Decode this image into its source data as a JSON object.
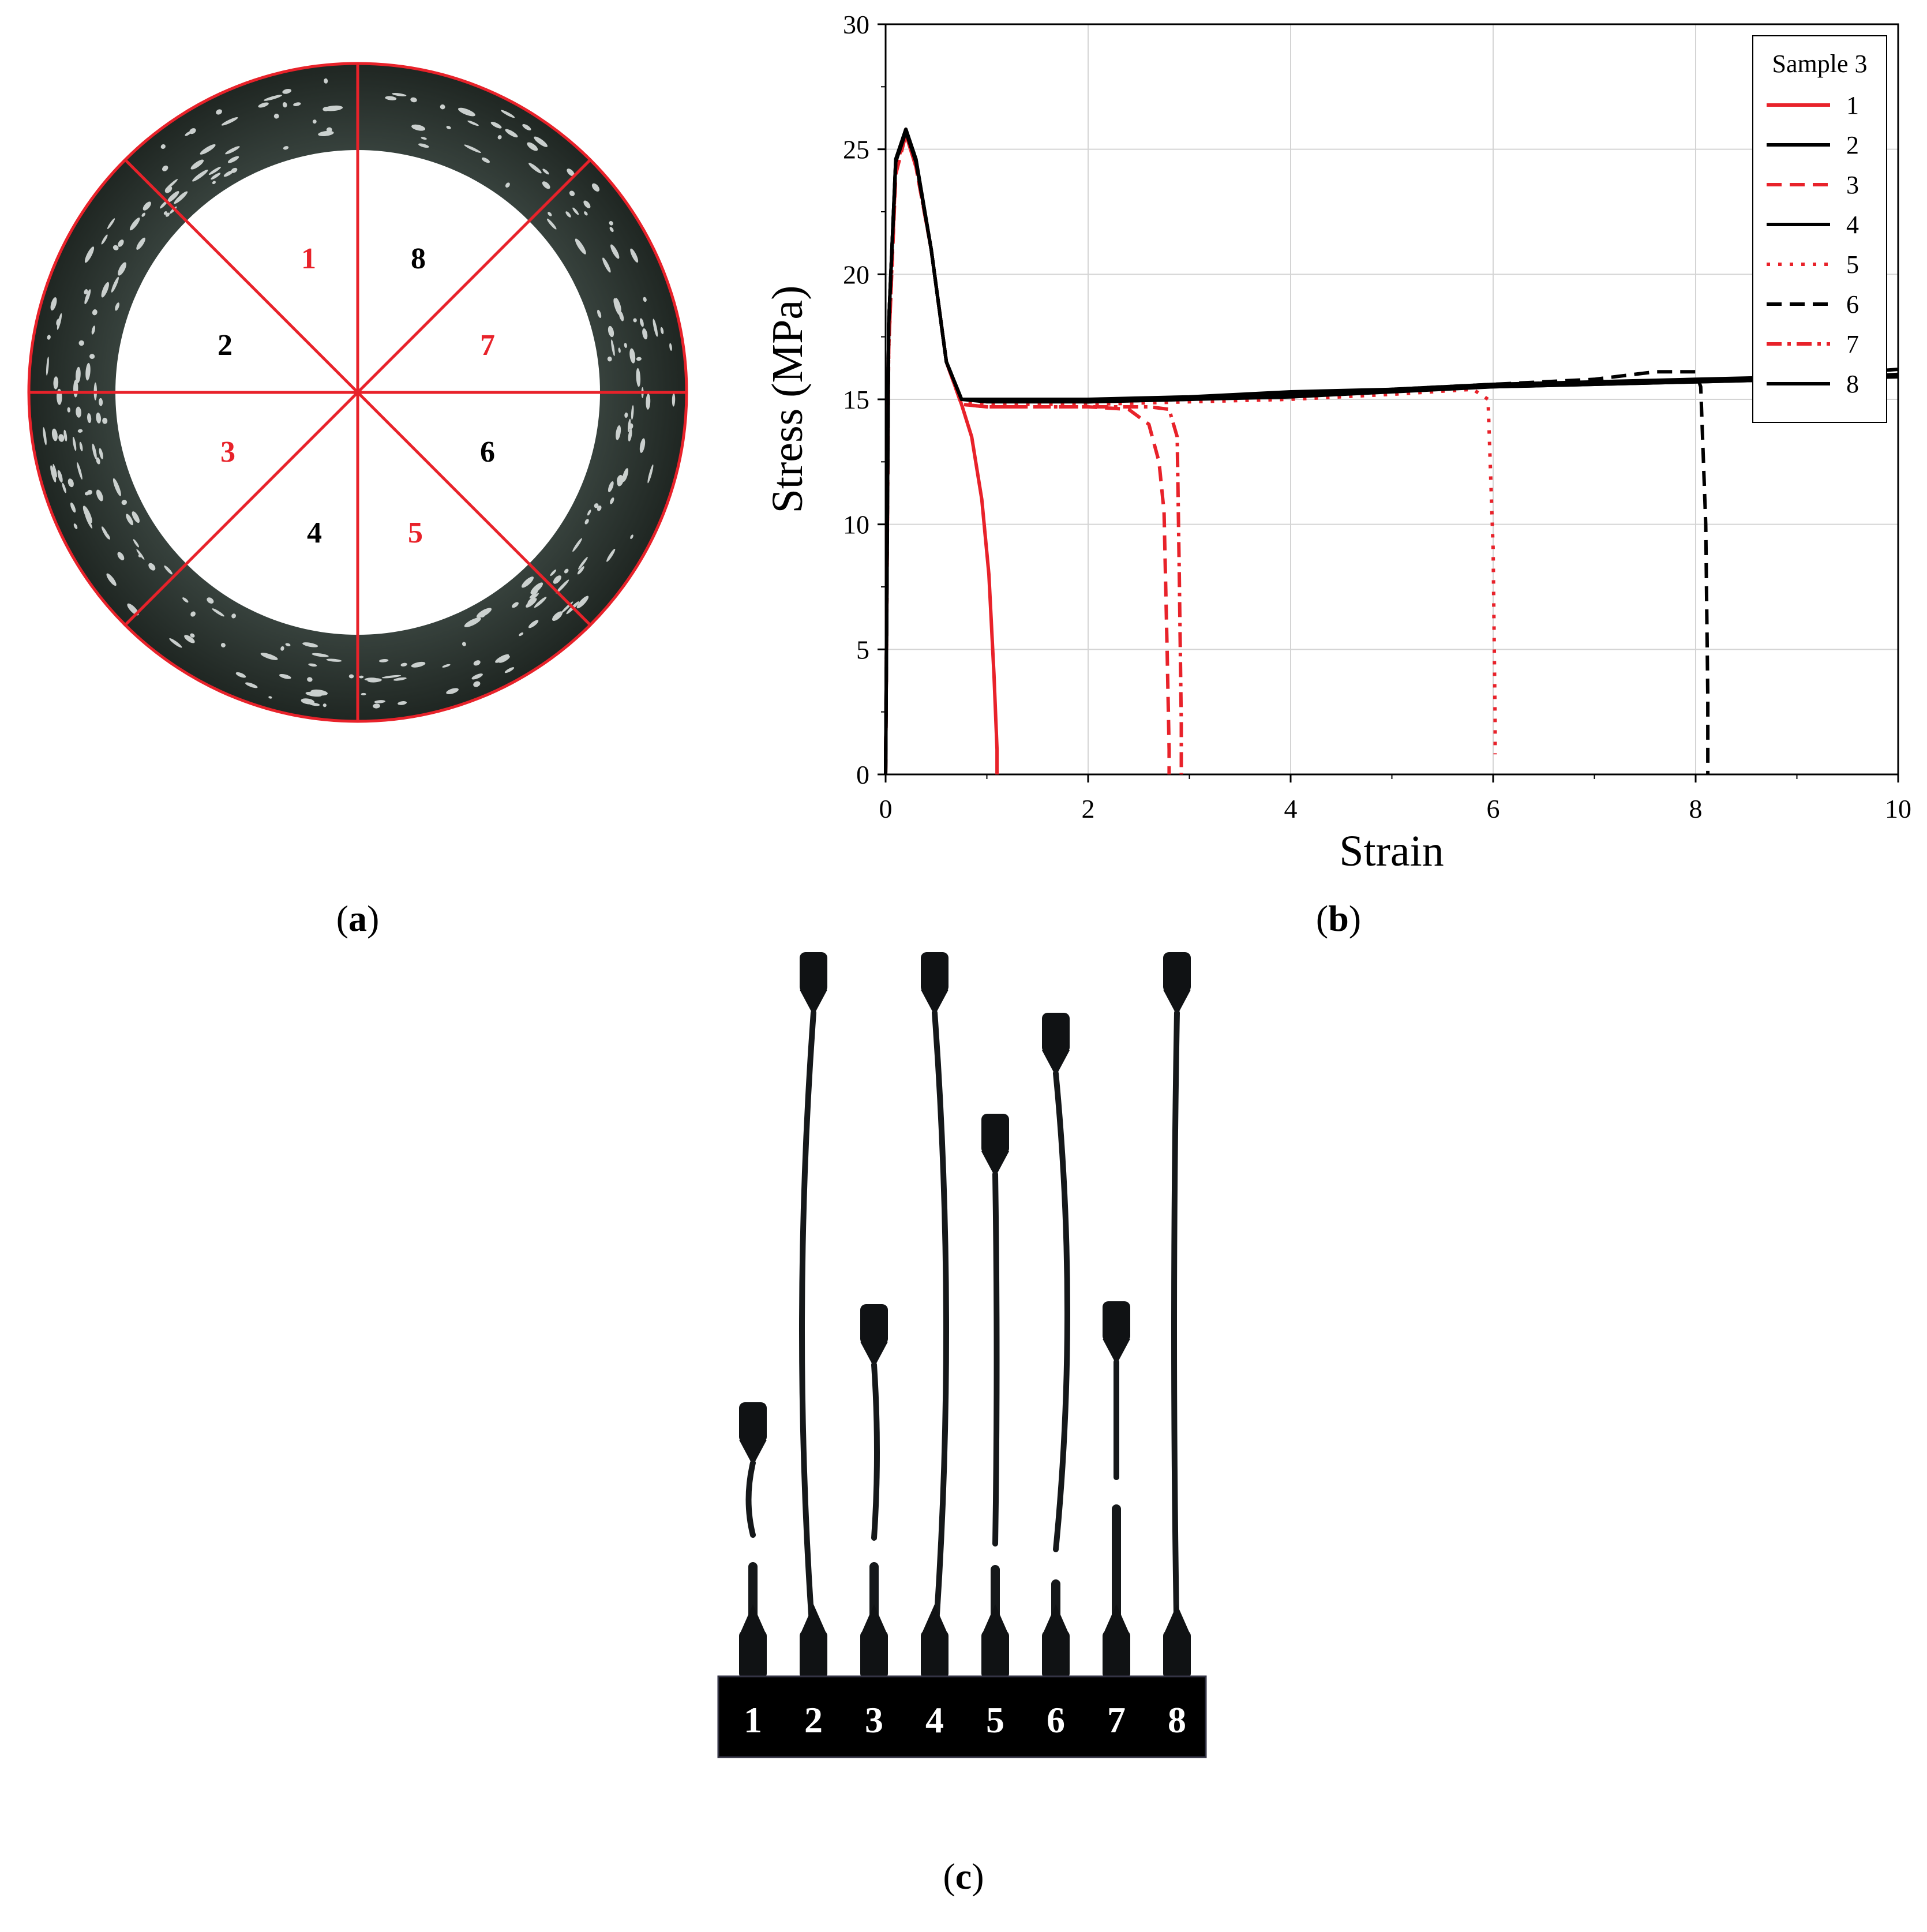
{
  "panel_a": {
    "caption": "a",
    "sectors": [
      {
        "label": "1",
        "color": "#e8222a"
      },
      {
        "label": "8",
        "color": "#000000"
      },
      {
        "label": "2",
        "color": "#000000"
      },
      {
        "label": "7",
        "color": "#e8222a"
      },
      {
        "label": "3",
        "color": "#e8222a"
      },
      {
        "label": "6",
        "color": "#000000"
      },
      {
        "label": "4",
        "color": "#000000"
      },
      {
        "label": "5",
        "color": "#e8222a"
      }
    ]
  },
  "panel_b": {
    "caption": "b"
  },
  "panel_c": {
    "caption": "c",
    "specimen_numbers": [
      "1",
      "2",
      "3",
      "4",
      "5",
      "6",
      "7",
      "8"
    ]
  },
  "colors": {
    "red": "#e8222a",
    "black": "#000000",
    "ring": "#2b3430"
  },
  "chart_data": {
    "type": "line",
    "title": "",
    "xlabel": "Strain",
    "ylabel": "Stress (MPa)",
    "xlim": [
      0,
      10
    ],
    "ylim": [
      0,
      30
    ],
    "xticks": [
      "0",
      "2",
      "4",
      "6",
      "8",
      "10"
    ],
    "yticks": [
      "0",
      "5",
      "10",
      "15",
      "20",
      "25",
      "30"
    ],
    "grid": true,
    "legend": {
      "title": "Sample 3",
      "position": "top-right"
    },
    "series": [
      {
        "name": "1",
        "color": "#e8222a",
        "dash": "solid",
        "x": [
          0,
          0.03,
          0.1,
          0.2,
          0.3,
          0.45,
          0.6,
          0.75,
          0.85,
          0.95,
          1.02,
          1.07,
          1.1,
          1.1
        ],
        "y": [
          0,
          18,
          24.5,
          25.8,
          24.5,
          21,
          16.5,
          14.8,
          13.5,
          11,
          8,
          4,
          1,
          0
        ]
      },
      {
        "name": "2",
        "color": "#000000",
        "dash": "solid",
        "x": [
          0,
          0.03,
          0.1,
          0.2,
          0.3,
          0.45,
          0.6,
          0.75,
          1,
          2,
          3,
          4,
          5,
          6,
          7,
          8,
          9,
          10
        ],
        "y": [
          0,
          18,
          24.5,
          25.7,
          24.5,
          21,
          16.5,
          15.0,
          15.0,
          14.9,
          15.0,
          15.1,
          15.3,
          15.5,
          15.6,
          15.7,
          15.8,
          16.0
        ]
      },
      {
        "name": "3",
        "color": "#e8222a",
        "dash": "dashed",
        "x": [
          0,
          0.03,
          0.1,
          0.2,
          0.3,
          0.45,
          0.6,
          0.75,
          1,
          1.5,
          2,
          2.4,
          2.6,
          2.7,
          2.75,
          2.78,
          2.8,
          2.8
        ],
        "y": [
          0,
          17,
          24,
          25.6,
          24.3,
          21,
          16.5,
          14.8,
          14.7,
          14.7,
          14.7,
          14.6,
          14.0,
          12.5,
          10.5,
          5,
          1,
          0
        ]
      },
      {
        "name": "4",
        "color": "#000000",
        "dash": "solid",
        "x": [
          0,
          0.03,
          0.1,
          0.2,
          0.3,
          0.45,
          0.6,
          0.75,
          1,
          2,
          3,
          4,
          5,
          6,
          7,
          8,
          9,
          10
        ],
        "y": [
          0,
          18,
          24.6,
          25.8,
          24.6,
          21,
          16.5,
          15.0,
          14.9,
          14.9,
          15.0,
          15.2,
          15.4,
          15.5,
          15.6,
          15.7,
          15.8,
          15.9
        ]
      },
      {
        "name": "5",
        "color": "#e8222a",
        "dash": "dotted",
        "x": [
          0,
          0.03,
          0.1,
          0.2,
          0.3,
          0.45,
          0.6,
          0.75,
          1,
          2,
          3,
          4,
          5,
          5.8,
          5.95,
          6.0,
          6.02,
          6.02
        ],
        "y": [
          0,
          17,
          24.4,
          25.6,
          24.4,
          21,
          16.5,
          14.9,
          14.8,
          14.8,
          14.9,
          15.0,
          15.2,
          15.4,
          15.0,
          9,
          2,
          0.8
        ]
      },
      {
        "name": "6",
        "color": "#000000",
        "dash": "dashed",
        "x": [
          0,
          0.03,
          0.1,
          0.2,
          0.3,
          0.45,
          0.6,
          0.75,
          1,
          2,
          3,
          4,
          5,
          6,
          7,
          7.6,
          8.0,
          8.05,
          8.1,
          8.12,
          8.12
        ],
        "y": [
          0,
          18,
          24.5,
          25.7,
          24.5,
          21,
          16.5,
          15.0,
          15.0,
          14.9,
          15.0,
          15.2,
          15.4,
          15.6,
          15.8,
          16.1,
          16.1,
          15.5,
          10,
          3,
          0
        ]
      },
      {
        "name": "7",
        "color": "#e8222a",
        "dash": "dashdot",
        "x": [
          0,
          0.03,
          0.1,
          0.2,
          0.3,
          0.45,
          0.6,
          0.75,
          1,
          2,
          2.6,
          2.8,
          2.88,
          2.9,
          2.92,
          2.92
        ],
        "y": [
          0,
          17,
          24.3,
          25.6,
          24.3,
          21,
          16.5,
          14.8,
          14.7,
          14.7,
          14.7,
          14.6,
          13.5,
          8,
          2,
          0
        ]
      },
      {
        "name": "8",
        "color": "#000000",
        "dash": "solid",
        "x": [
          0,
          0.03,
          0.1,
          0.2,
          0.3,
          0.45,
          0.6,
          0.75,
          1,
          2,
          3,
          4,
          5,
          6,
          7,
          8,
          9,
          10
        ],
        "y": [
          0,
          18,
          24.6,
          25.8,
          24.6,
          21,
          16.5,
          15.0,
          15.0,
          15.0,
          15.1,
          15.3,
          15.4,
          15.6,
          15.7,
          15.8,
          15.9,
          16.2
        ]
      }
    ]
  }
}
